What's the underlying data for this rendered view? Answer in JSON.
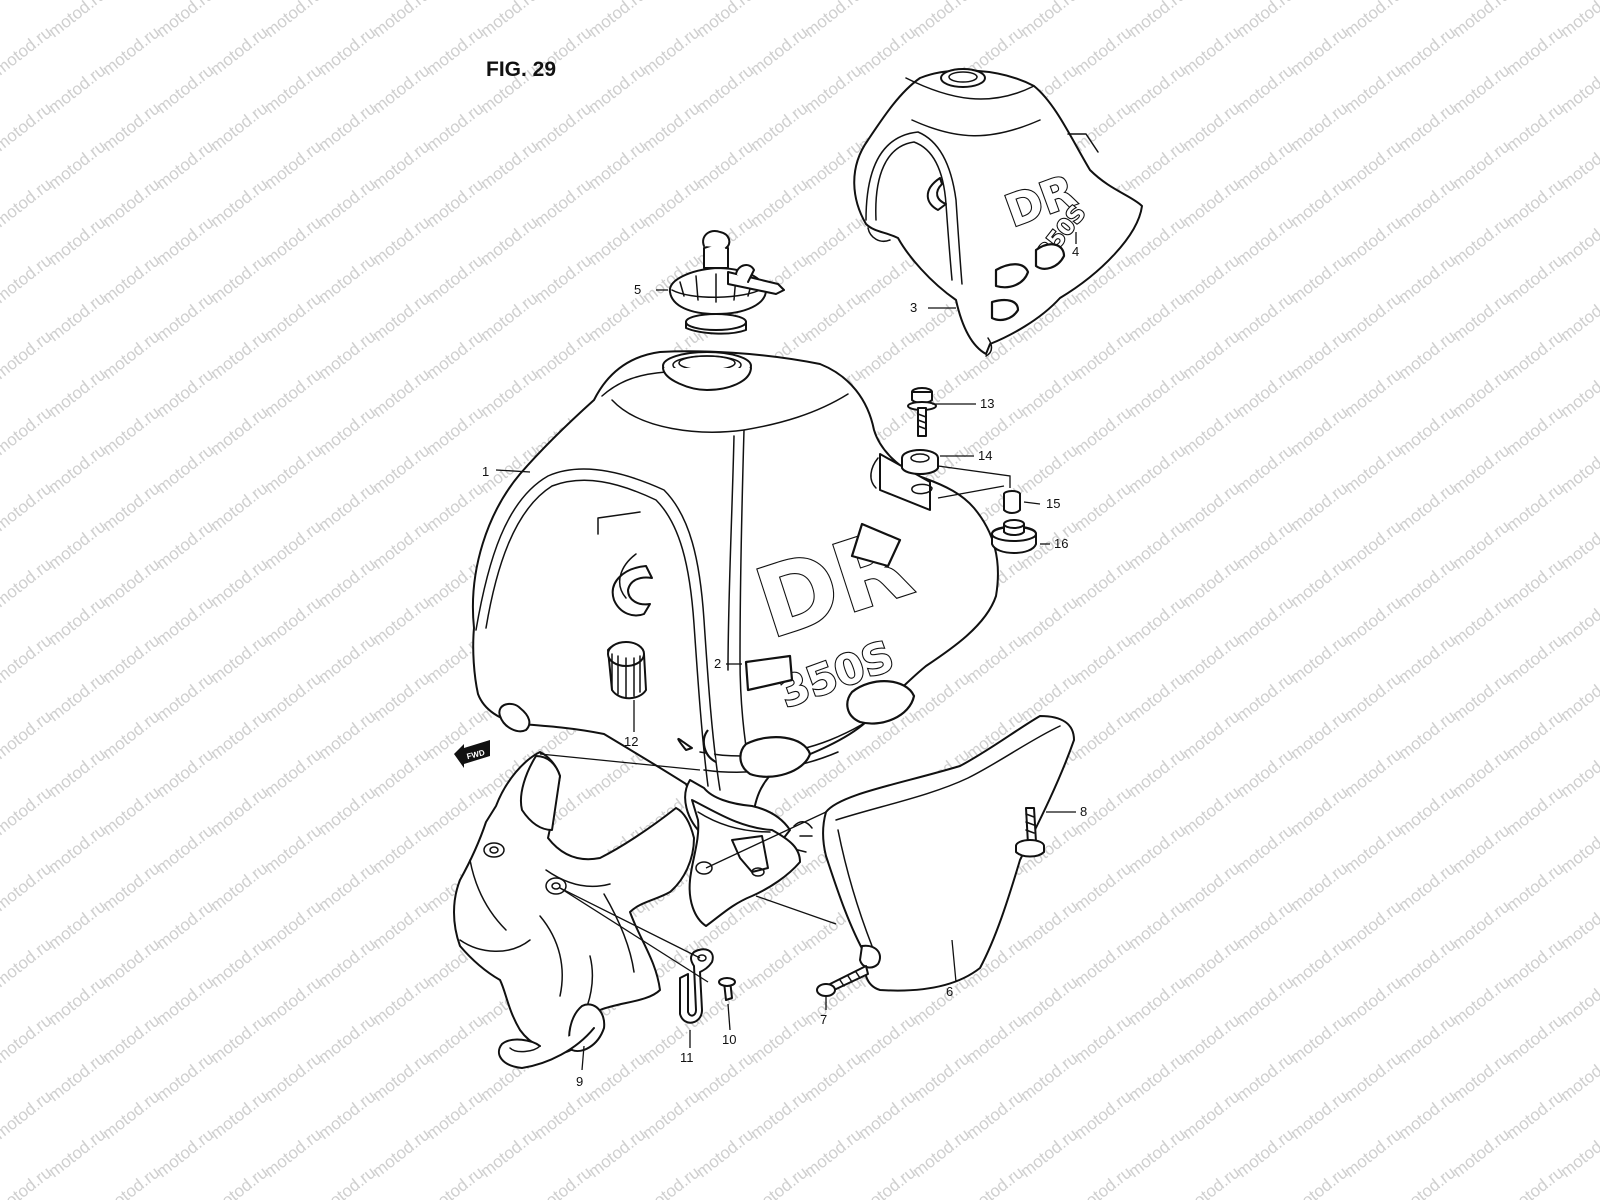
{
  "figure": {
    "title": "FIG. 29"
  },
  "watermark": {
    "text": "motod.ru",
    "color": "#cfcfcf"
  },
  "fwd_label": "FWD",
  "decals": {
    "main_dr": "DR",
    "main_model": "350S",
    "inset_dr": "DR",
    "inset_model": "350S"
  },
  "callouts": {
    "c1": "1",
    "c2": "2",
    "c3": "3",
    "c4": "4",
    "c5": "5",
    "c6": "6",
    "c7": "7",
    "c8": "8",
    "c9": "9",
    "c10": "10",
    "c11": "11",
    "c12": "12",
    "c13": "13",
    "c14": "14",
    "c15": "15",
    "c16": "16"
  },
  "colors": {
    "line": "#111111",
    "paper": "#ffffff"
  }
}
